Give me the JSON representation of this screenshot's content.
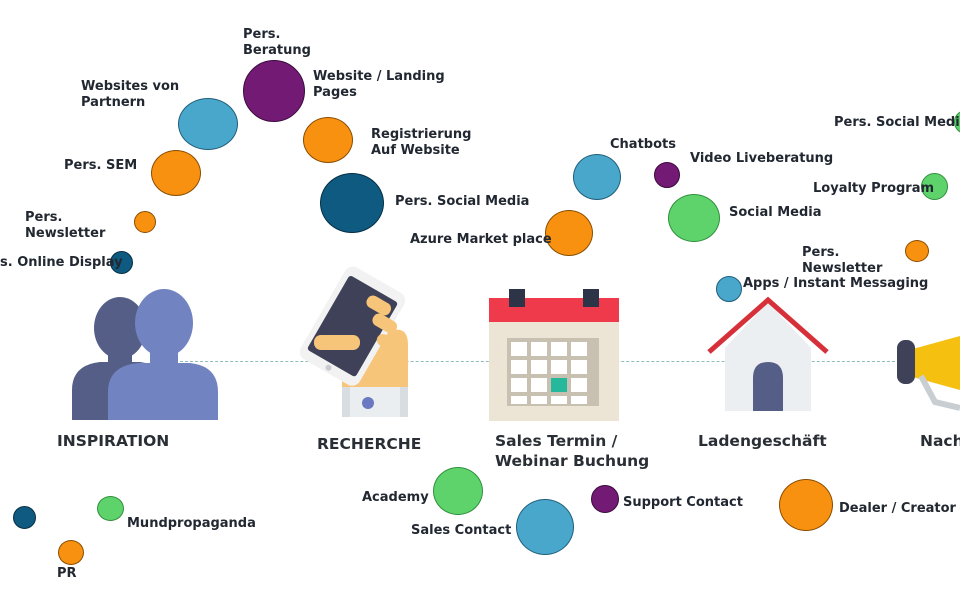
{
  "colors": {
    "blue": "#4aa7cc",
    "orange": "#f8910f",
    "purple": "#731a74",
    "darkblue": "#0e5a80",
    "green": "#5fd36b",
    "green_outline": "#2f8f3c",
    "text": "#222831",
    "dash": "#8fbcbd",
    "person_back": "#555e86",
    "person_front": "#7283c2",
    "phone_body": "#3e4157",
    "hand": "#f7c579",
    "calendar_top": "#ee3a4a",
    "calendar_body": "#ece5d5",
    "calendar_cell": "#ffffff",
    "calendar_highlight": "#25b89a",
    "house_roof": "#d6313a",
    "house_wall": "#eceff2",
    "house_door": "#555e86",
    "megaphone": "#f6c010"
  },
  "stages": {
    "inspiration": "INSPIRATION",
    "recherche": "RECHERCHE",
    "sales_line1": "Sales Termin /",
    "sales_line2": "Webinar Buchung",
    "laden": "Ladengeschäft",
    "nach": "Nach"
  },
  "touchpoints": {
    "pers_beratung_1": "Pers.",
    "pers_beratung_2": "Beratung",
    "websites_partnern_1": "Websites von",
    "websites_partnern_2": "Partnern",
    "website_landing_1": "Website / Landing",
    "website_landing_2": "Pages",
    "registrierung_1": "Registrierung",
    "registrierung_2": "Auf Website",
    "pers_sem": "Pers. SEM",
    "pers_newsletter_1": "Pers.",
    "pers_newsletter_2": "Newsletter",
    "online_display": "s. Online Display",
    "pers_social_media": "Pers. Social Media",
    "azure": "Azure Market place",
    "chatbots": "Chatbots",
    "video_liveberatung": "Video Liveberatung",
    "social_media": "Social Media",
    "pers_social_media_right": "Pers. Social Media",
    "loyalty": "Loyalty Program",
    "pers_newsletter_right_1": "Pers.",
    "pers_newsletter_right_2": "Newsletter",
    "apps_messaging": "Apps / Instant Messaging",
    "academy": "Academy",
    "sales_contact": "Sales Contact",
    "support_contact": "Support Contact",
    "dealer_creator": "Dealer / Creator",
    "mundpropaganda": "Mundpropaganda",
    "pr": "PR"
  }
}
